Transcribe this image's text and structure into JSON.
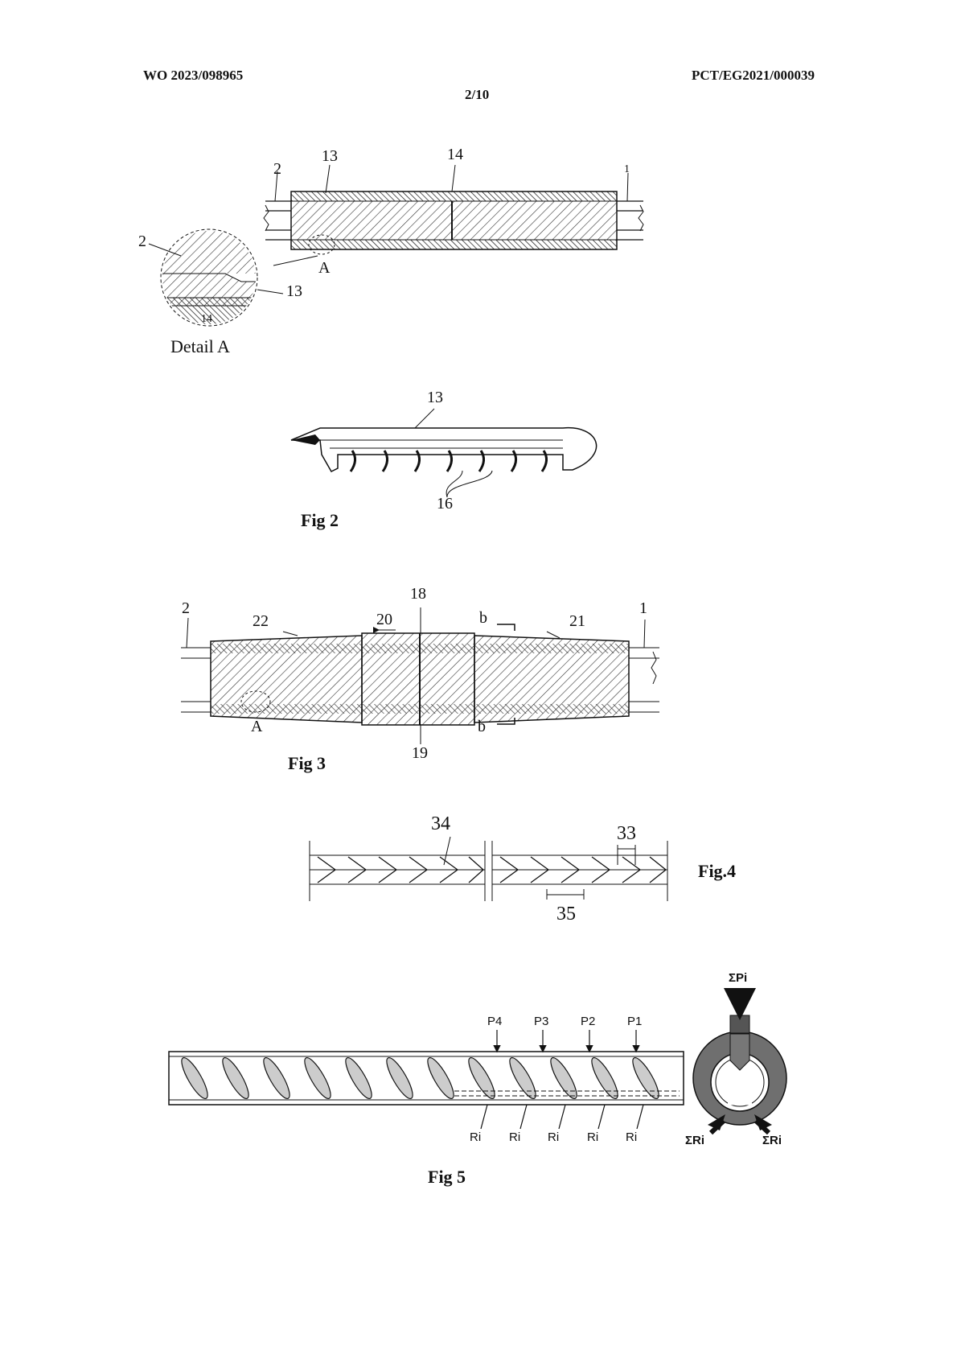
{
  "header": {
    "left": "WO 2023/098965",
    "right": "PCT/EG2021/000039",
    "page": "2/10"
  },
  "fig1": {
    "labels": {
      "l2": "2",
      "l13": "13",
      "l14": "14",
      "l1": "1",
      "lA": "A",
      "d2": "2",
      "d13": "13",
      "d14": "14"
    },
    "detail_caption": "Detail A"
  },
  "fig2": {
    "labels": {
      "l13": "13",
      "l16": "16"
    },
    "caption": "Fig 2"
  },
  "fig3": {
    "labels": {
      "l18": "18",
      "l2": "2",
      "l22": "22",
      "l20": "20",
      "lb_top": "b",
      "l21": "21",
      "l1": "1",
      "lA": "A",
      "lb_bot": "b",
      "l19": "19"
    },
    "caption": "Fig 3"
  },
  "fig4": {
    "labels": {
      "l34": "34",
      "l33": "33",
      "l35": "35"
    },
    "caption": "Fig.4"
  },
  "fig5": {
    "loads": [
      "P4",
      "P3",
      "P2",
      "P1"
    ],
    "reactions": [
      "Ri",
      "Ri",
      "Ri",
      "Ri",
      "Ri"
    ],
    "sum_p": "ΣPi",
    "sum_r_left": "ΣRi",
    "sum_r_right": "ΣRi",
    "caption": "Fig 5"
  }
}
